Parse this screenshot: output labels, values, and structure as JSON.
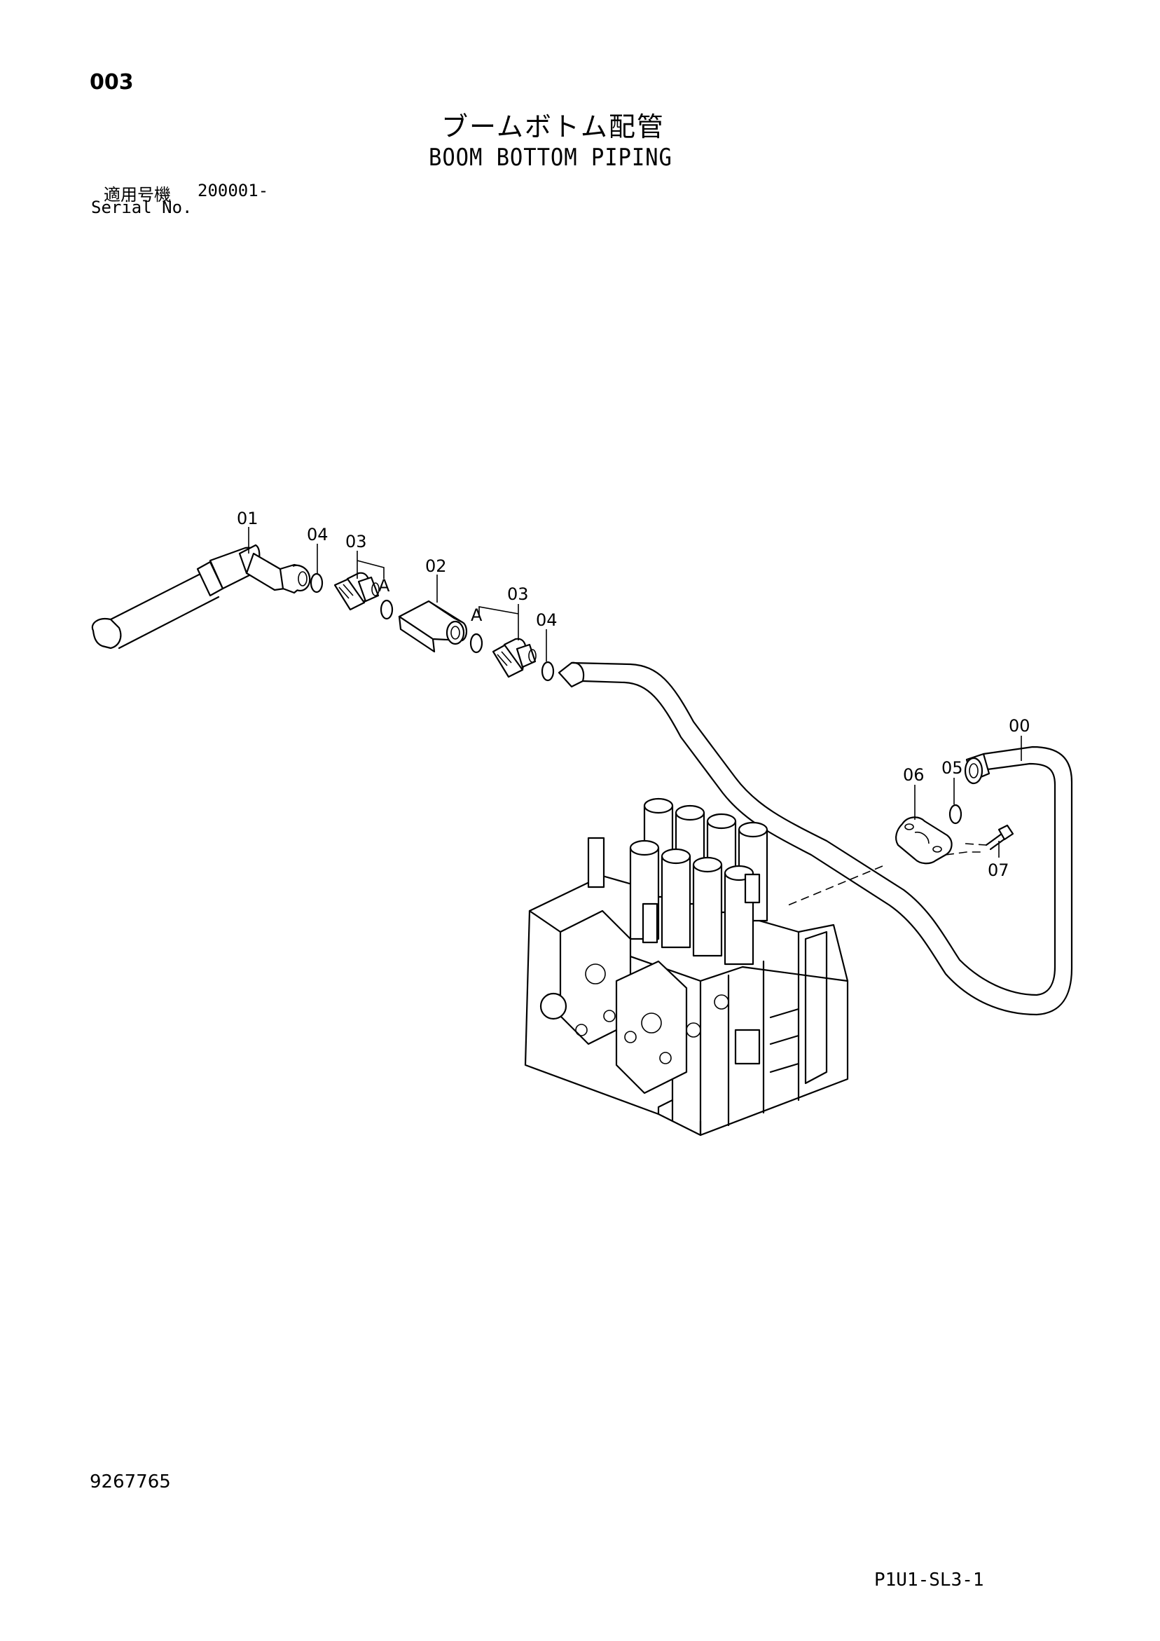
{
  "header": {
    "page_number": "003",
    "title_ja": "ブームボトム配管",
    "title_en": "BOOM BOTTOM PIPING"
  },
  "serial": {
    "label_ja": "適用号機",
    "range": "200001-",
    "label_en": "Serial No."
  },
  "callouts": {
    "c00": "00",
    "c01": "01",
    "c02": "02",
    "c03a": "03",
    "c03b": "03",
    "c04a": "04",
    "c04b": "04",
    "c05": "05",
    "c06": "06",
    "c07": "07",
    "ref_a1": "A",
    "ref_a2": "A"
  },
  "footer": {
    "drawing_number": "9267765",
    "page_code": "P1U1-SL3-1"
  }
}
